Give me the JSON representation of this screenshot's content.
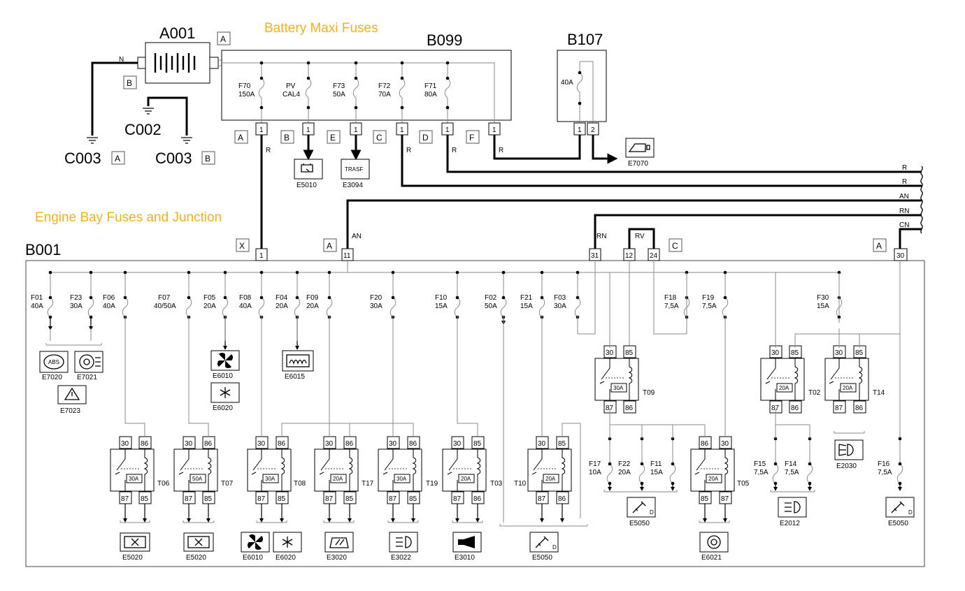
{
  "headings": {
    "battery_maxi_fuses": "Battery Maxi Fuses",
    "engine_bay_fuses": "Engine Bay Fuses and Junction"
  },
  "components": {
    "a001": "A001",
    "b099": "B099",
    "b107": "B107",
    "b001": "B001",
    "c002": "C002",
    "c003a": "C003",
    "c003b": "C003"
  },
  "connector_letters": {
    "a": "A",
    "b": "B",
    "c": "C",
    "d": "D",
    "e": "E",
    "f": "F",
    "x": "X",
    "n": "N"
  },
  "b099_fuses": [
    {
      "id": "F70",
      "rating": "150A"
    },
    {
      "id": "PV",
      "rating": "CAL4"
    },
    {
      "id": "F73",
      "rating": "50A"
    },
    {
      "id": "F72",
      "rating": "70A"
    },
    {
      "id": "F71",
      "rating": "80A"
    }
  ],
  "b107_fuse": "40A",
  "pins": {
    "p1": "1",
    "p2": "2",
    "p11": "11",
    "p31": "31",
    "p12": "12",
    "p24": "24",
    "p30": "30",
    "p85": "85",
    "p86": "86",
    "p87": "87"
  },
  "wire_colors": {
    "r": "R",
    "an": "AN",
    "rn": "RN",
    "cn": "CN",
    "rv": "RV"
  },
  "trasf": "TRASF",
  "top_devices": {
    "e5010": "E5010",
    "e3094": "E3094",
    "e7070": "E7070"
  },
  "b001_fuses": [
    {
      "id": "F01",
      "rating": "40A"
    },
    {
      "id": "F23",
      "rating": "30A"
    },
    {
      "id": "F06",
      "rating": "40A"
    },
    {
      "id": "F07",
      "rating": "40/50A"
    },
    {
      "id": "F05",
      "rating": "20A"
    },
    {
      "id": "F08",
      "rating": "40A"
    },
    {
      "id": "F04",
      "rating": "20A"
    },
    {
      "id": "F09",
      "rating": "20A"
    },
    {
      "id": "F20",
      "rating": "30A"
    },
    {
      "id": "F10",
      "rating": "15A"
    },
    {
      "id": "F02",
      "rating": "50A"
    },
    {
      "id": "F21",
      "rating": "15A"
    },
    {
      "id": "F03",
      "rating": "30A"
    },
    {
      "id": "F18",
      "rating": "7,5A"
    },
    {
      "id": "F19",
      "rating": "7,5A"
    },
    {
      "id": "F30",
      "rating": "15A"
    },
    {
      "id": "F17",
      "rating": "10A"
    },
    {
      "id": "F22",
      "rating": "20A"
    },
    {
      "id": "F11",
      "rating": "15A"
    },
    {
      "id": "F15",
      "rating": "7,5A"
    },
    {
      "id": "F14",
      "rating": "7,5A"
    },
    {
      "id": "F16",
      "rating": "7,5A"
    }
  ],
  "relays": [
    {
      "id": "T06",
      "rating": "30A",
      "pins": [
        "30",
        "86",
        "87",
        "85"
      ]
    },
    {
      "id": "T07",
      "rating": "50A",
      "pins": [
        "30",
        "86",
        "87",
        "85"
      ]
    },
    {
      "id": "T08",
      "rating": "30A",
      "pins": [
        "30",
        "86",
        "87",
        "85"
      ]
    },
    {
      "id": "T17",
      "rating": "20A",
      "pins": [
        "30",
        "86",
        "87",
        "85"
      ]
    },
    {
      "id": "T19",
      "rating": "30A",
      "pins": [
        "30",
        "86",
        "87",
        "85"
      ]
    },
    {
      "id": "T03",
      "rating": "20A",
      "pins": [
        "30",
        "85",
        "87",
        "86"
      ]
    },
    {
      "id": "T10",
      "rating": "20A",
      "pins": [
        "30",
        "85",
        "87",
        "86"
      ]
    },
    {
      "id": "T05",
      "rating": "20A",
      "pins": [
        "86",
        "30",
        "85",
        "87"
      ]
    },
    {
      "id": "T09",
      "rating": "30A",
      "pins": [
        "30",
        "85",
        "87",
        "86"
      ]
    },
    {
      "id": "T02",
      "rating": "20A",
      "pins": [
        "30",
        "85",
        "87",
        "86"
      ]
    },
    {
      "id": "T14",
      "rating": "20A",
      "pins": [
        "30",
        "85",
        "87",
        "86"
      ]
    }
  ],
  "devices": {
    "e7020": "E7020",
    "e7021": "E7021",
    "e7023": "E7023",
    "e6010a": "E6010",
    "e6020a": "E6020",
    "e6015": "E6015",
    "e5020a": "E5020",
    "e5020b": "E5020",
    "e6010b": "E6010",
    "e6020b": "E6020",
    "e3020": "E3020",
    "e3022": "E3022",
    "e3010": "E3010",
    "e5050a": "E5050",
    "e5050b": "E5050",
    "e6021": "E6021",
    "e2012": "E2012",
    "e2030": "E2030",
    "e5050c": "E5050"
  },
  "abs": "ABS"
}
